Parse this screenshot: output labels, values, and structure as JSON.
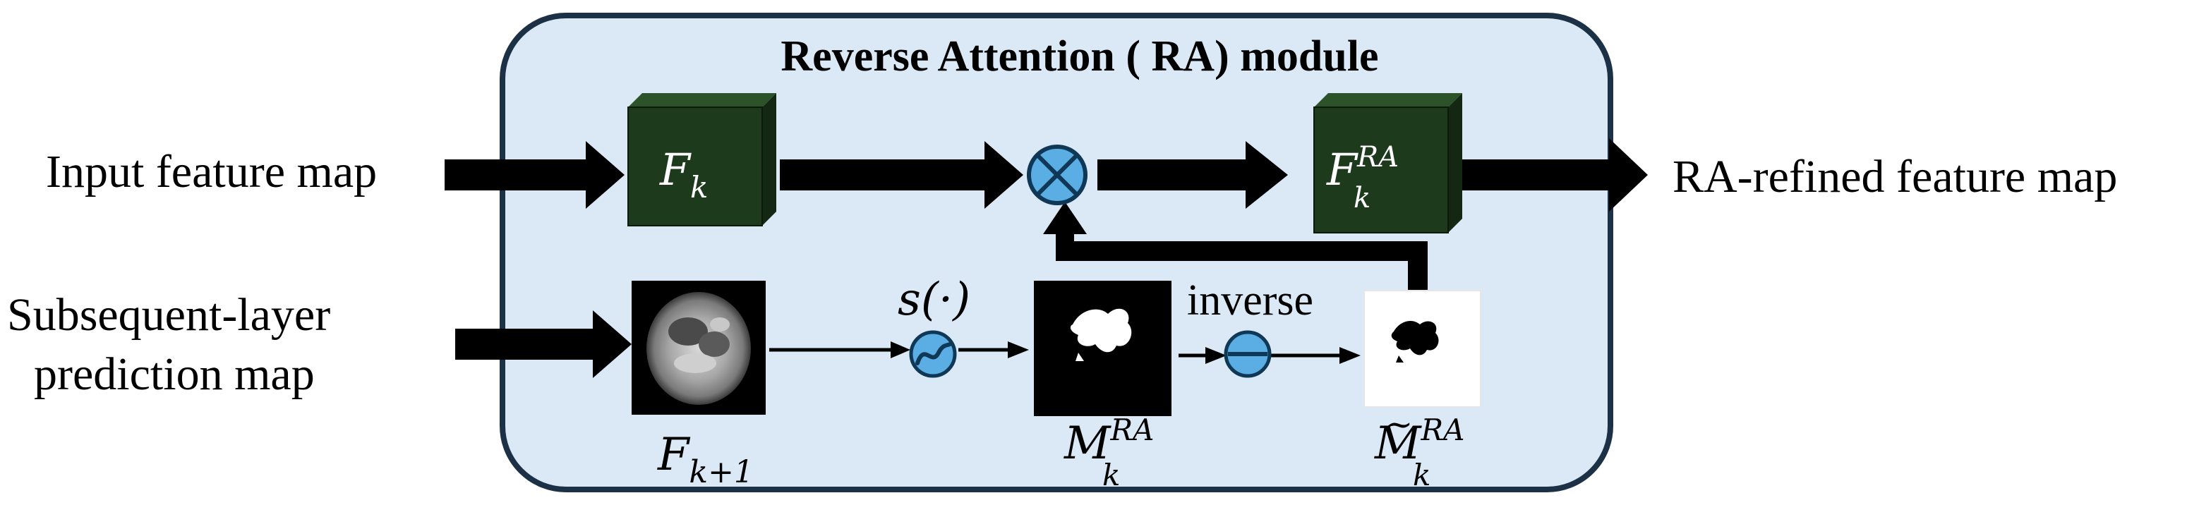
{
  "module": {
    "title": "Reverse Attention ( RA) module",
    "background_color": "#dbe9f6",
    "border_color": "#1c3146"
  },
  "labels": {
    "input": "Input feature map",
    "output": "RA-refined feature map",
    "subsequent_line1": "Subsequent-layer",
    "subsequent_line2": "prediction map",
    "sigmoid": "s(·)",
    "inverse": "inverse"
  },
  "math": {
    "fk_base": "F",
    "fk_sub": "k",
    "fk_ra_base": "F",
    "fk_ra_sub": "k",
    "fk_ra_sup": "RA",
    "fk1_base": "F",
    "fk1_sub": "k+1",
    "mk_base": "M",
    "mk_sub": "k",
    "mk_sup": "RA",
    "mtk_base": "M",
    "mtk_tilde": "~",
    "mtk_sub": "k",
    "mtk_sup": "RA"
  },
  "colors": {
    "cube_front": "#1e3a1c",
    "cube_top": "#2c5229",
    "cube_side": "#132712",
    "operator_fill": "#5aaee3",
    "operator_stroke": "#0f3756",
    "arrow": "#000000"
  },
  "icons": {
    "multiply": "circled-times-icon",
    "sigmoid": "sigmoid-wave-icon",
    "inverse": "circled-minus-icon"
  }
}
